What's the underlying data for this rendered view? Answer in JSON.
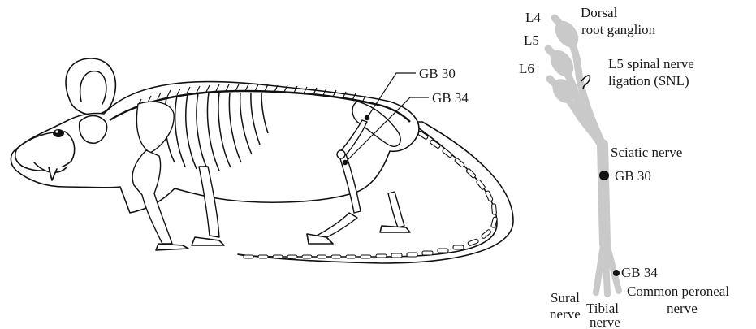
{
  "rat": {
    "labels": {
      "gb30": "GB 30",
      "gb34": "GB 34"
    }
  },
  "nerve": {
    "labels": {
      "l4": "L4",
      "l5": "L5",
      "l6": "L6",
      "drg_line1": "Dorsal",
      "drg_line2": "root ganglion",
      "snl_line1": "L5 spinal nerve",
      "snl_line2": "ligation (SNL)",
      "sciatic": "Sciatic nerve",
      "gb30": "GB 30",
      "gb34": "GB 34",
      "sural_line1": "Sural",
      "sural_line2": "nerve",
      "tibial_line1": "Tibial",
      "tibial_line2": "nerve",
      "peroneal_line1": "Common peroneal",
      "peroneal_line2": "nerve"
    },
    "colors": {
      "nerve": "#c9c9c9",
      "point": "#111111"
    }
  }
}
